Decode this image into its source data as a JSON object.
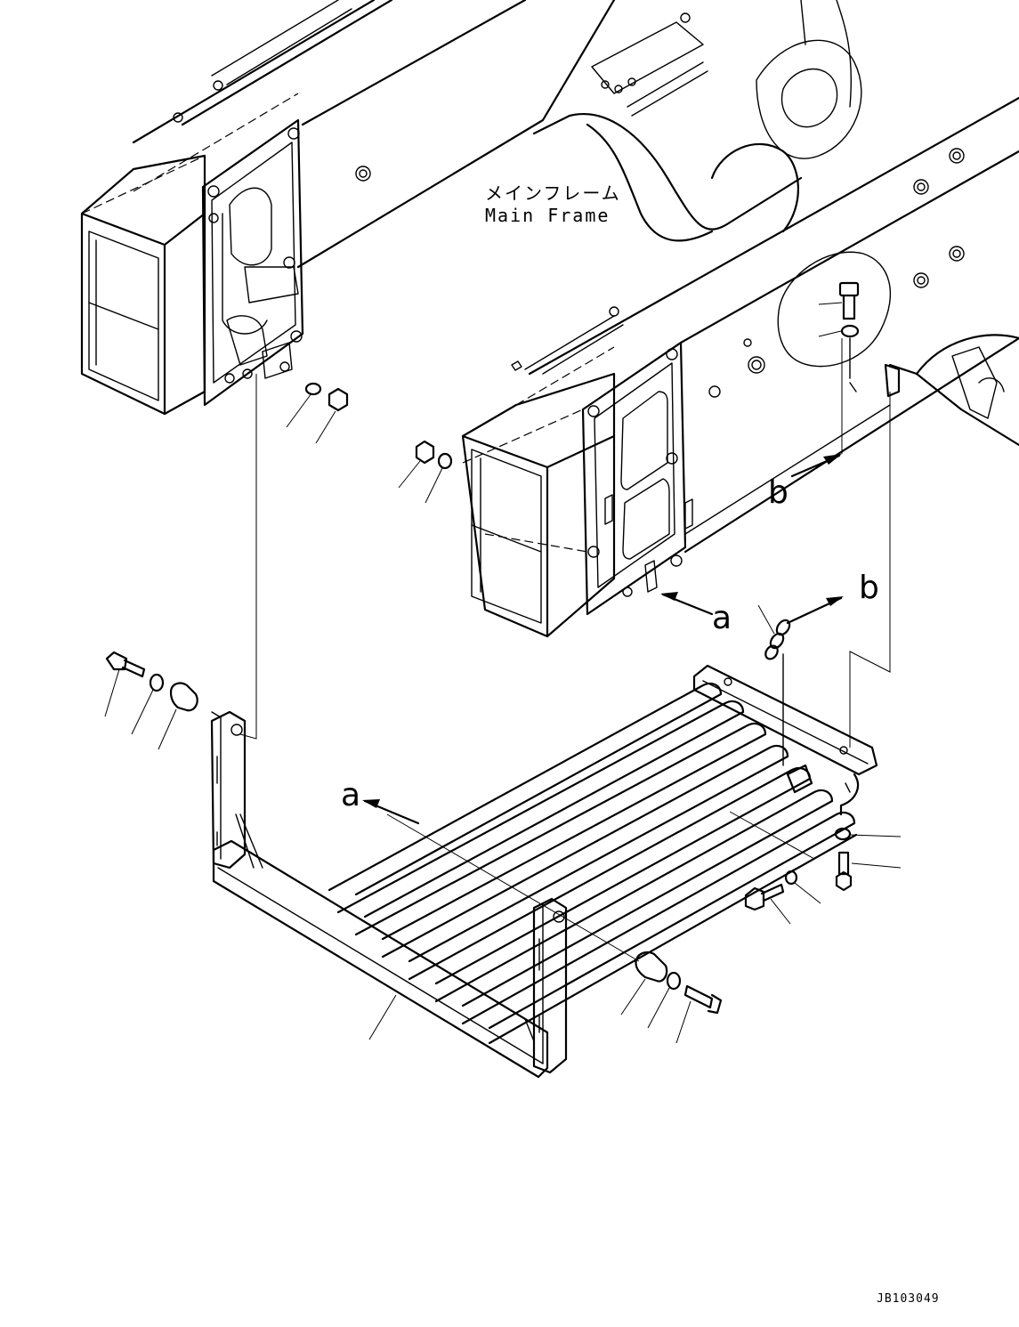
{
  "frame_label": {
    "japanese": "メインフレーム",
    "english": "Main Frame"
  },
  "callouts": {
    "a_upper": "a",
    "a_lower": "a",
    "b_upper": "b",
    "b_lower": "b"
  },
  "drawing_id": "JB103049"
}
